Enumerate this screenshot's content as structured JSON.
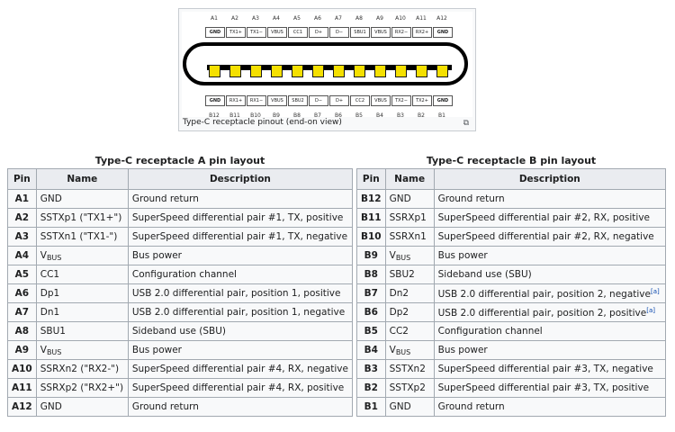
{
  "figure": {
    "top_ids": [
      "A1",
      "A2",
      "A3",
      "A4",
      "A5",
      "A6",
      "A7",
      "A8",
      "A9",
      "A10",
      "A11",
      "A12"
    ],
    "top_labels": [
      "GND",
      "TX1+",
      "TX1−",
      "VBUS",
      "CC1",
      "D+",
      "D−",
      "SBU1",
      "VBUS",
      "RX2−",
      "RX2+",
      "GND"
    ],
    "bottom_labels": [
      "GND",
      "RX1+",
      "RX1−",
      "VBUS",
      "SBU2",
      "D−",
      "D+",
      "CC2",
      "VBUS",
      "TX2−",
      "TX2+",
      "GND"
    ],
    "bottom_ids": [
      "B12",
      "B11",
      "B10",
      "B9",
      "B8",
      "B7",
      "B6",
      "B5",
      "B4",
      "B3",
      "B2",
      "B1"
    ],
    "caption": "Type-C receptacle pinout (end-on view)",
    "magnify_icon": "magnify-icon",
    "colors": {
      "contact": "#f5e000",
      "outline": "#000000"
    }
  },
  "table_a": {
    "caption": "Type-C receptacle A pin layout",
    "headers": [
      "Pin",
      "Name",
      "Description"
    ],
    "rows": [
      {
        "pin": "A1",
        "name": "GND",
        "desc": "Ground return"
      },
      {
        "pin": "A2",
        "name": "SSTXp1 (\"TX1+\")",
        "desc": "SuperSpeed differential pair #1, TX, positive"
      },
      {
        "pin": "A3",
        "name": "SSTXn1 (\"TX1-\")",
        "desc": "SuperSpeed differential pair #1, TX, negative"
      },
      {
        "pin": "A4",
        "name": "V",
        "name_sub": "BUS",
        "desc": "Bus power"
      },
      {
        "pin": "A5",
        "name": "CC1",
        "desc": "Configuration channel"
      },
      {
        "pin": "A6",
        "name": "Dp1",
        "desc": "USB 2.0 differential pair, position 1, positive"
      },
      {
        "pin": "A7",
        "name": "Dn1",
        "desc": "USB 2.0 differential pair, position 1, negative"
      },
      {
        "pin": "A8",
        "name": "SBU1",
        "desc": "Sideband use (SBU)"
      },
      {
        "pin": "A9",
        "name": "V",
        "name_sub": "BUS",
        "desc": "Bus power"
      },
      {
        "pin": "A10",
        "name": "SSRXn2 (\"RX2-\")",
        "desc": "SuperSpeed differential pair #4, RX, negative"
      },
      {
        "pin": "A11",
        "name": "SSRXp2 (\"RX2+\")",
        "desc": "SuperSpeed differential pair #4, RX, positive"
      },
      {
        "pin": "A12",
        "name": "GND",
        "desc": "Ground return"
      }
    ]
  },
  "table_b": {
    "caption": "Type-C receptacle B pin layout",
    "headers": [
      "Pin",
      "Name",
      "Description"
    ],
    "rows": [
      {
        "pin": "B12",
        "name": "GND",
        "desc": "Ground return"
      },
      {
        "pin": "B11",
        "name": "SSRXp1",
        "desc": "SuperSpeed differential pair #2, RX, positive"
      },
      {
        "pin": "B10",
        "name": "SSRXn1",
        "desc": "SuperSpeed differential pair #2, RX, negative"
      },
      {
        "pin": "B9",
        "name": "V",
        "name_sub": "BUS",
        "desc": "Bus power"
      },
      {
        "pin": "B8",
        "name": "SBU2",
        "desc": "Sideband use (SBU)"
      },
      {
        "pin": "B7",
        "name": "Dn2",
        "desc": "USB 2.0 differential pair, position 2, negative",
        "note": "[a]"
      },
      {
        "pin": "B6",
        "name": "Dp2",
        "desc": "USB 2.0 differential pair, position 2, positive",
        "note": "[a]"
      },
      {
        "pin": "B5",
        "name": "CC2",
        "desc": "Configuration channel"
      },
      {
        "pin": "B4",
        "name": "V",
        "name_sub": "BUS",
        "desc": "Bus power"
      },
      {
        "pin": "B3",
        "name": "SSTXn2",
        "desc": "SuperSpeed differential pair #3, TX, negative"
      },
      {
        "pin": "B2",
        "name": "SSTXp2",
        "desc": "SuperSpeed differential pair #3, TX, positive"
      },
      {
        "pin": "B1",
        "name": "GND",
        "desc": "Ground return"
      }
    ]
  }
}
